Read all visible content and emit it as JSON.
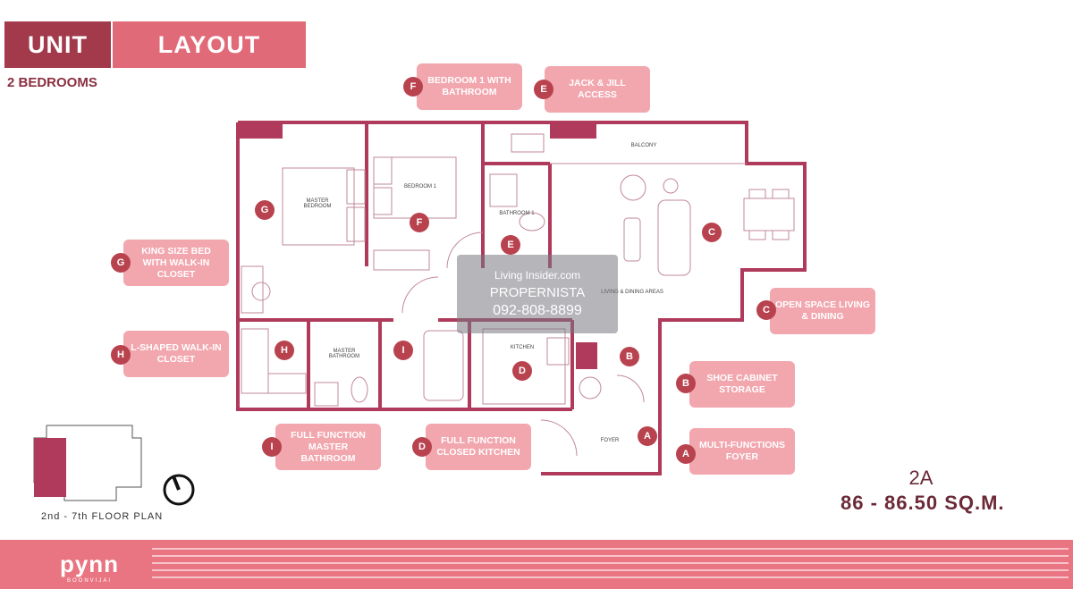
{
  "header": {
    "unit": "UNIT",
    "layout": "LAYOUT",
    "bedrooms": "2 BEDROOMS"
  },
  "callouts": [
    {
      "key": "F",
      "text": "BEDROOM 1 WITH BATHROOM"
    },
    {
      "key": "E",
      "text": "JACK & JILL ACCESS"
    },
    {
      "key": "G",
      "text": "KING SIZE BED WITH WALK-IN CLOSET"
    },
    {
      "key": "H",
      "text": "L-SHAPED WALK-IN CLOSET"
    },
    {
      "key": "C",
      "text": "OPEN SPACE LIVING & DINING"
    },
    {
      "key": "B",
      "text": "SHOE CABINET STORAGE"
    },
    {
      "key": "I",
      "text": "FULL FUNCTION MASTER BATHROOM"
    },
    {
      "key": "D",
      "text": "FULL FUNCTION CLOSED KITCHEN"
    },
    {
      "key": "A",
      "text": "MULTI-FUNCTIONS FOYER"
    }
  ],
  "plan_badges": [
    "G",
    "F",
    "E",
    "C",
    "H",
    "I",
    "D",
    "B",
    "A"
  ],
  "rooms": {
    "master_bedroom": "MASTER BEDROOM",
    "bedroom1": "BEDROOM 1",
    "bathroom1": "BATHROOM 1",
    "balcony": "BALCONY",
    "living": "LIVING & DINING AREAS",
    "master_bathroom": "MASTER BATHROOM",
    "kitchen": "KITCHEN",
    "foyer": "FOYER"
  },
  "unit": {
    "code": "2A",
    "area": "86 - 86.50 SQ.M."
  },
  "floor_plan": {
    "label": "2nd - 7th FLOOR PLAN"
  },
  "brand": {
    "name": "pynn",
    "sub": "BOONVIJAI"
  },
  "watermark": {
    "logo": "Living Insider.com",
    "name": "PROPERNISTA",
    "phone": "092-808-8899"
  },
  "colors": {
    "wall": "#b03a5b",
    "accent": "#e06a78",
    "callout": "#f2a6ae",
    "badge": "#b8434f"
  }
}
